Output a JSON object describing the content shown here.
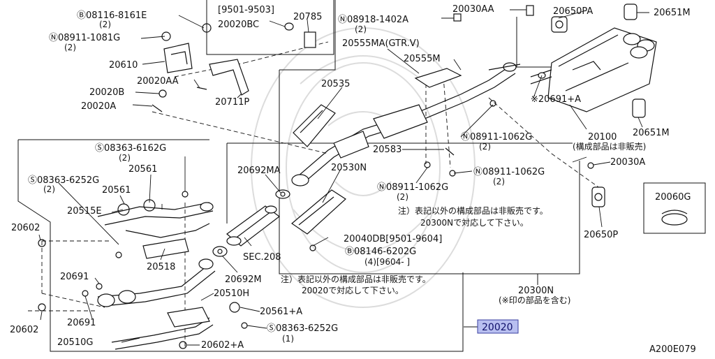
{
  "diagram_code": "A200E079",
  "highlight": {
    "label": "20020",
    "color": "#b8bff0"
  },
  "labels": {
    "b08116": "Ⓑ08116-8161E",
    "b08116_q": "(2)",
    "r9501": "[9501-9503]",
    "p20785": "20785",
    "p20020bc": "20020BC",
    "n08918": "Ⓝ08918-1402A",
    "n08918_q": "(2)",
    "p20030aa": "20030AA",
    "p20650pa": "20650PA",
    "p20651m_a": "20651M",
    "n08911_1081": "Ⓝ08911-1081G",
    "n08911_1081_q": "(2)",
    "p20555ma": "20555MA(GTR.V)",
    "p20555m": "20555M",
    "p20610": "20610",
    "p20020aa": "20020AA",
    "p20020b": "20020B",
    "p20020a": "20020A",
    "p20711p": "20711P",
    "p20535": "20535",
    "p20691a": "※20691+A",
    "n08911_1062_a": "Ⓝ08911-1062G",
    "n08911_1062_a_q": "(2)",
    "p20100": "20100",
    "p20100_note": "(構成部品は非販売)",
    "p20651m_b": "20651M",
    "s08363_6162": "Ⓢ08363-6162G",
    "s08363_6162_q": "(2)",
    "p20583": "20583",
    "p20030a": "20030A",
    "p20561_a": "20561",
    "s08363_6252_a": "Ⓢ08363-6252G",
    "s08363_6252_a_q": "(2)",
    "p20692ma": "20692MA",
    "p20530n": "20530N",
    "n08911_1062_b": "Ⓝ08911-1062G",
    "n08911_1062_b_q": "(2)",
    "n08911_1062_c": "Ⓝ08911-1062G",
    "n08911_1062_c_q": "(2)",
    "p20561_b": "20561",
    "p20060g": "20060G",
    "p20515e": "20515E",
    "note1_l1": "注）表記以外の構成部品は非販売です。",
    "note1_l2": "20300Nで対応して下さい。",
    "p20602_a": "20602",
    "p20650p": "20650P",
    "p20040db": "20040DB[9501-9604]",
    "b08146": "Ⓑ08146-6202G",
    "b08146_q": "(4)[9604-       ]",
    "sec208": "SEC.208",
    "p20518": "20518",
    "p20692m": "20692M",
    "p20691_a": "20691",
    "note2_l1": "注）表記以外の構成部品は非販売です。",
    "note2_l2": "20020で対応して下さい。",
    "p20300n": "20300N",
    "p20300n_note": "(※印の部品を含む)",
    "p20510h": "20510H",
    "p20561a": "20561+A",
    "p20691_b": "20691",
    "p20602_b": "20602",
    "s08363_6252_b": "Ⓢ08363-6252G",
    "s08363_6252_b_q": "(1)",
    "p20510g": "20510G",
    "p20602a": "20602+A"
  }
}
